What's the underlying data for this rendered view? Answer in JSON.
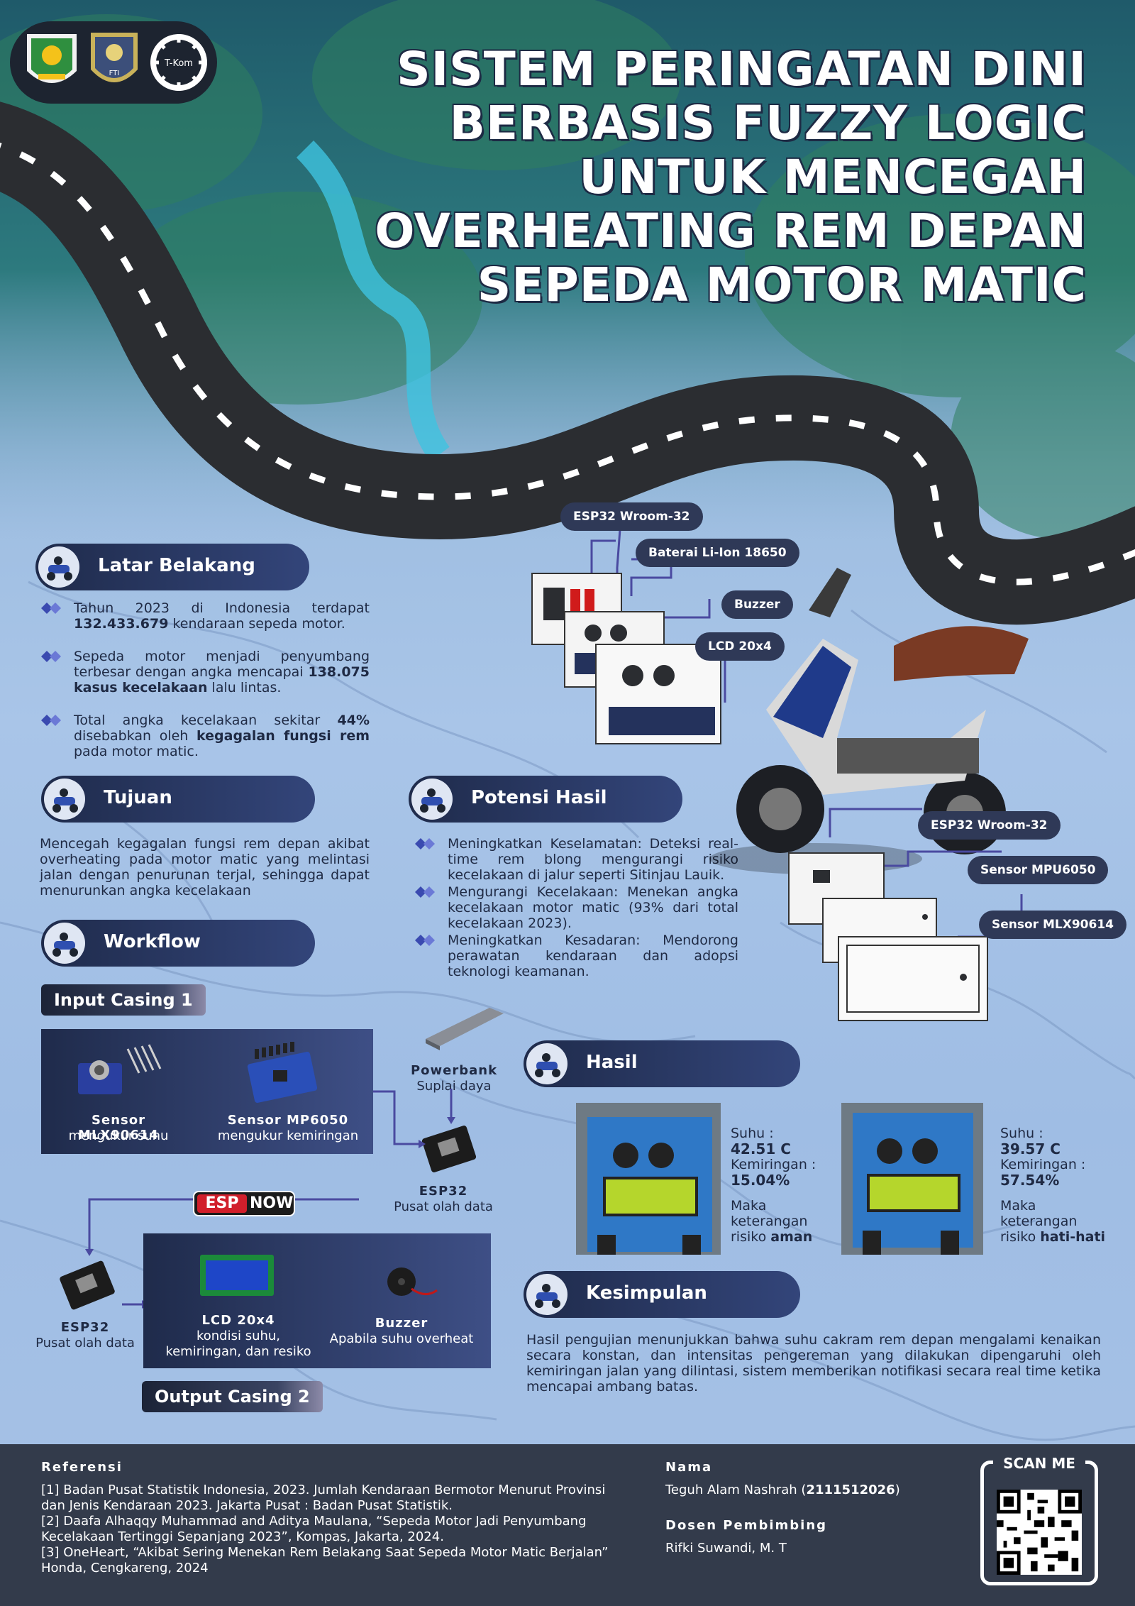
{
  "title_lines": [
    "SISTEM PERINGATAN DINI",
    "BERBASIS FUZZY LOGIC",
    "UNTUK MENCEGAH",
    "OVERHEATING REM DEPAN",
    "SEPEDA MOTOR MATIC"
  ],
  "logos": {
    "logo1": "FTI",
    "logo2": "T-Kom"
  },
  "sections": {
    "latar": "Latar Belakang",
    "tujuan": "Tujuan",
    "workflow": "Workflow",
    "potensi": "Potensi Hasil",
    "hasil": "Hasil",
    "kesimpulan": "Kesimpulan"
  },
  "latar_bullets": [
    {
      "pre": "Tahun 2023 di Indonesia terdapat ",
      "bold": "132.433.679",
      "post": " kendaraan sepeda motor."
    },
    {
      "pre": "Sepeda motor menjadi penyumbang terbesar dengan angka mencapai ",
      "bold": "138.075 kasus kecelakaan",
      "post": " lalu lintas."
    },
    {
      "pre": "Total angka kecelakaan sekitar ",
      "bold": "44%",
      "mid": " disebabkan oleh ",
      "bold2": "kegagalan fungsi rem",
      "post": " pada motor matic."
    }
  ],
  "tujuan_text": "Mencegah kegagalan fungsi rem depan akibat overheating pada motor matic yang melintasi jalan dengan penurunan terjal, sehingga dapat menurunkan angka kecelakaan",
  "potensi_bullets": [
    "Meningkatkan Keselamatan: Deteksi real-time rem blong mengurangi risiko kecelakaan di jalur seperti Sitinjau Lauik.",
    "Mengurangi Kecelakaan: Menekan angka kecelakaan motor matic (93% dari total kecelakaan 2023).",
    "Meningkatkan Kesadaran: Mendorong perawatan kendaraan dan adopsi teknologi keamanan."
  ],
  "callouts_top": {
    "esp32": "ESP32 Wroom-32",
    "baterai": "Baterai Li-Ion 18650",
    "buzzer": "Buzzer",
    "lcd": "LCD 20x4"
  },
  "callouts_bottom": {
    "esp32": "ESP32 Wroom-32",
    "mpu": "Sensor MPU6050",
    "mlx": "Sensor MLX90614"
  },
  "workflow": {
    "input_casing": "Input Casing 1",
    "output_casing": "Output Casing 2",
    "sensor1_title": "Sensor MLX90614",
    "sensor1_sub": "mengukur suhu",
    "sensor2_title": "Sensor MP6050",
    "sensor2_sub": "mengukur kemiringan",
    "powerbank_title": "Powerbank",
    "powerbank_sub": "Suplai daya",
    "esp32a_title": "ESP32",
    "esp32a_sub": "Pusat olah data",
    "espnow_a": "ESP",
    "espnow_b": "NOW",
    "esp32b_title": "ESP32",
    "esp32b_sub": "Pusat olah data",
    "lcd_title": "LCD 20x4",
    "lcd_sub1": "kondisi suhu,",
    "lcd_sub2": "kemiringan, dan resiko",
    "buzzer_title": "Buzzer",
    "buzzer_sub": "Apabila suhu overheat"
  },
  "hasil": [
    {
      "suhu_label": "Suhu :",
      "suhu": "42.51 C",
      "kem_label": "Kemiringan :",
      "kem": "15.04%",
      "ket1": "Maka",
      "ket2": "keterangan",
      "ket3": "risiko",
      "risk": "aman"
    },
    {
      "suhu_label": "Suhu :",
      "suhu": "39.57 C",
      "kem_label": "Kemiringan :",
      "kem": "57.54%",
      "ket1": "Maka",
      "ket2": "keterangan",
      "ket3": "risiko",
      "risk": "hati-hati"
    }
  ],
  "kesimpulan_text": "Hasil pengujian menunjukkan bahwa suhu cakram rem depan mengalami kenaikan secara konstan, dan intensitas pengereman yang dilakukan dipengaruhi oleh kemiringan jalan yang dilintasi, sistem memberikan notifikasi secara real time ketika mencapai ambang batas.",
  "footer": {
    "ref_head": "Referensi",
    "refs": [
      "[1] Badan Pusat Statistik Indonesia, 2023. Jumlah Kendaraan Bermotor Menurut Provinsi dan Jenis Kendaraan 2023. Jakarta Pusat : Badan Pusat Statistik.",
      "[2] Daafa Alhaqqy Muhammad and Aditya Maulana, “Sepeda Motor Jadi Penyumbang Kecelakaan Tertinggi Sepanjang 2023”, Kompas, Jakarta, 2024.",
      "[3] OneHeart, “Akibat Sering Menekan Rem Belakang Saat Sepeda Motor Matic Berjalan” Honda, Cengkareng, 2024"
    ],
    "nama_head": "Nama",
    "nama_name": "Teguh Alam Nashrah",
    "nama_nim": "2111512026",
    "dosen_head": "Dosen Pembimbing",
    "dosen": "Rifki Suwandi, M. T",
    "scan": "SCAN ME"
  }
}
